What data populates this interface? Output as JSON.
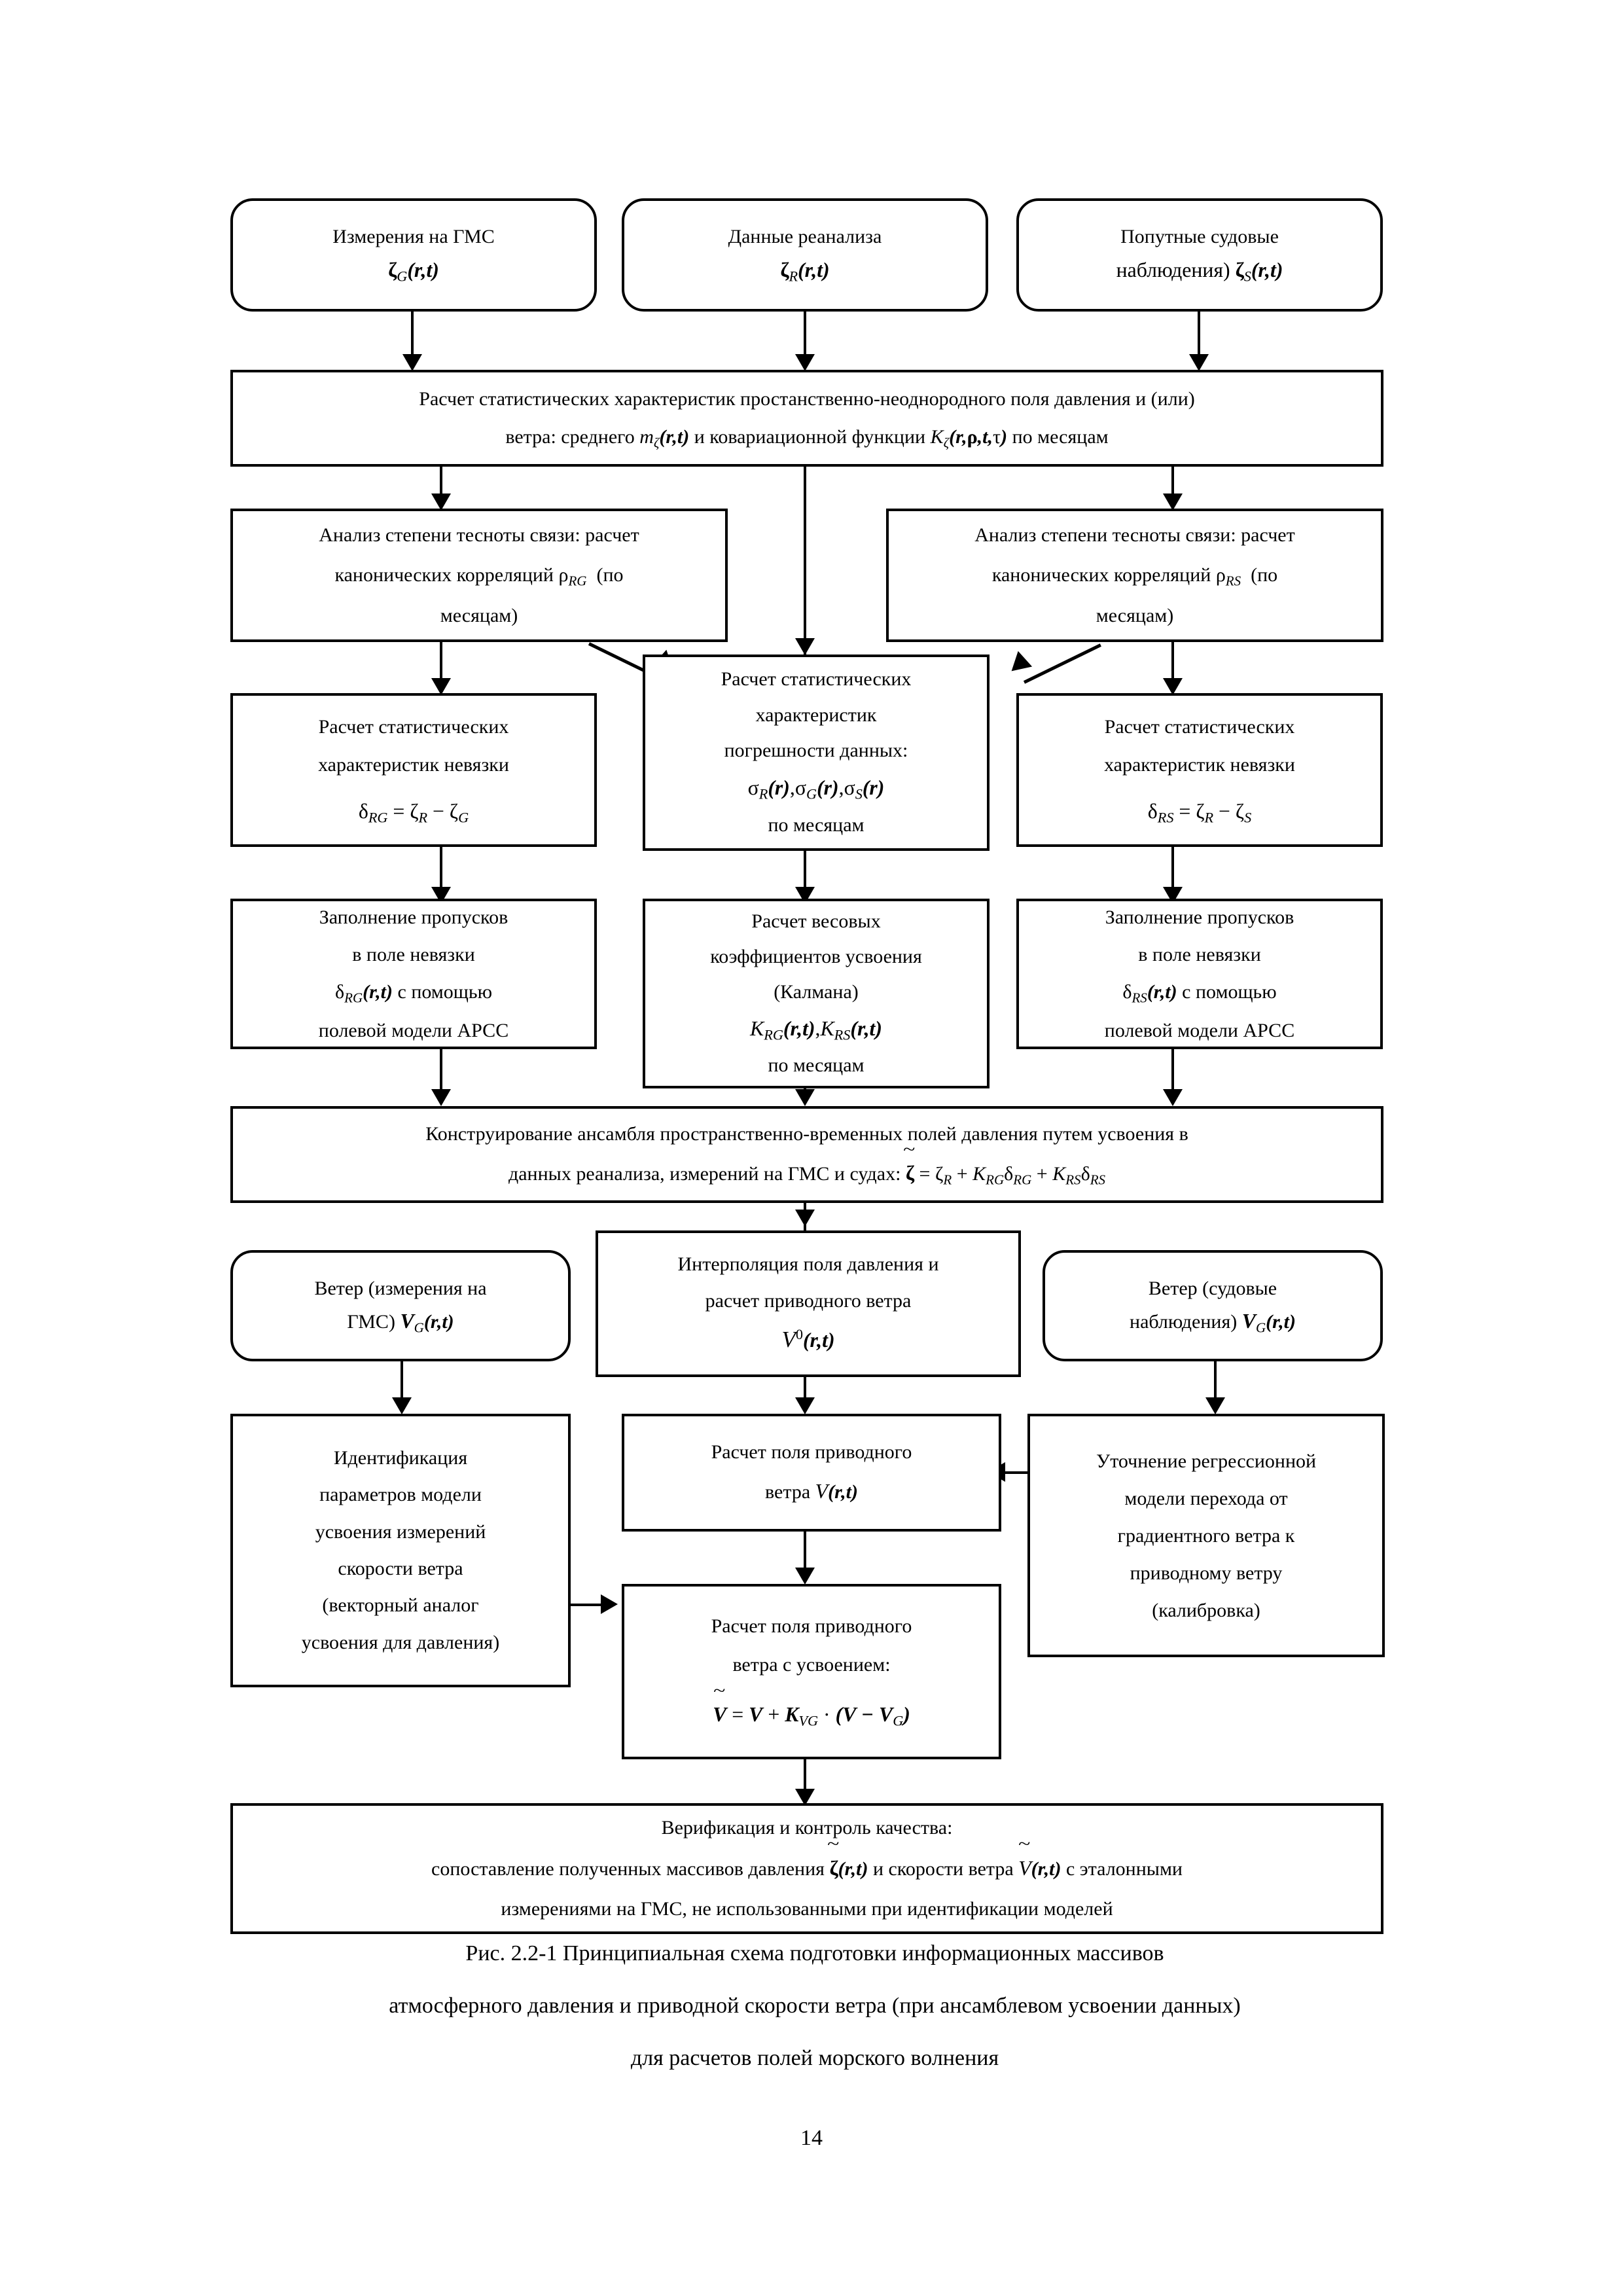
{
  "figure": {
    "caption_lines": [
      "Рис. 2.2-1 Принципиальная схема подготовки информационных массивов",
      "атмосферного давления и приводной скорости ветра (при ансамблевом усвоении данных)",
      "для расчетов полей морского волнения"
    ],
    "page_number": "14",
    "colors": {
      "stroke": "#000000",
      "background": "#ffffff",
      "text": "#000000"
    }
  },
  "nodes": {
    "src_gms": {
      "line1": "Измерения на ГМС",
      "formula": "ζG(r,t)"
    },
    "src_reanalysis": {
      "line1": "Данные реанализа",
      "formula": "ζR(r,t)"
    },
    "src_ship": {
      "line1": "Попутные судовые",
      "formula": "наблюдения) ζS(r,t)"
    },
    "stats_field": {
      "line1": "Расчет статистических характеристик простанственно-неоднородного поля давления и (или)",
      "line2": "ветра: среднего mζ(r,t) и ковариационной функции Kζ(r,ρ,t,τ) по месяцам"
    },
    "canon_rg": {
      "line1": "Анализ степени тесноты связи: расчет",
      "line2": "канонических корреляций ρRG (по",
      "line3": "месяцам)"
    },
    "canon_rs": {
      "line1": "Анализ степени тесноты связи: расчет",
      "line2": "канонических корреляций ρRS (по",
      "line3": "месяцам)"
    },
    "resid_rg": {
      "line1": "Расчет статистических",
      "line2": "характеристик невязки",
      "formula": "δRG = ζR − ζG"
    },
    "err_stats": {
      "line1": "Расчет статистических",
      "line2": "характеристик",
      "line3": "погрешности данных:",
      "formula": "σR(r), σG(r), σS(r)",
      "line4": "по месяцам"
    },
    "resid_rs": {
      "line1": "Расчет статистических",
      "line2": "характеристик невязки",
      "formula": "δRS = ζR − ζS"
    },
    "fill_rg": {
      "line1": "Заполнение пропусков",
      "line2": "в поле невязки",
      "line3": "δRG(r,t) с помощью",
      "line4": "полевой модели АРСС"
    },
    "kalman": {
      "line1": "Расчет весовых",
      "line2": "коэффициентов усвоения",
      "line3": "(Калмана)",
      "formula": "KRG(r,t), KRS(r,t)",
      "line4": "по месяцам"
    },
    "fill_rs": {
      "line1": "Заполнение пропусков",
      "line2": "в поле невязки",
      "line3": "δRS(r,t) с помощью",
      "line4": "полевой модели АРСС"
    },
    "ensemble": {
      "line1": "Конструирование ансамбля пространственно-временных полей давления путем усвоения в",
      "line2": "данных реанализа, измерений на ГМС и судах: ζ̃ = ζR + KRGδRG + KRSδRS"
    },
    "wind_gms": {
      "line1": "Ветер (измерения на",
      "line2": "ГМС) VG(r,t)"
    },
    "interp_wind": {
      "line1": "Интерполяция поля давления и",
      "line2": "расчет приводного ветра",
      "formula": "V⁰(r,t)"
    },
    "wind_ship": {
      "line1": "Ветер (судовые",
      "line2": "наблюдения) VG(r,t)"
    },
    "ident_params": {
      "line1": "Идентификация",
      "line2": "параметров модели",
      "line3": "усвоения измерений",
      "line4": "скорости ветра",
      "line5": "(векторный аналог",
      "line6": "усвоения для давления)"
    },
    "calc_wind": {
      "line1": "Расчет поля приводного",
      "line2": "ветра V(r,t)"
    },
    "regression": {
      "line1": "Уточнение регрессионной",
      "line2": "модели перехода от",
      "line3": "градиентного ветра к",
      "line4": "приводному ветру",
      "line5": "(калибровка)"
    },
    "calc_wind_assim": {
      "line1": "Расчет поля приводного",
      "line2": "ветра с усвоением:",
      "formula": "Ṽ = V + KVG · (V − VG)"
    },
    "verification": {
      "line1": "Верификация и контроль качества:",
      "line2": "сопоставление полученных массивов давления ζ̃(r,t) и скорости ветра Ṽ(r,t) с эталонными",
      "line3": "измерениями на ГМС, не использованными при идентификации моделей"
    }
  }
}
